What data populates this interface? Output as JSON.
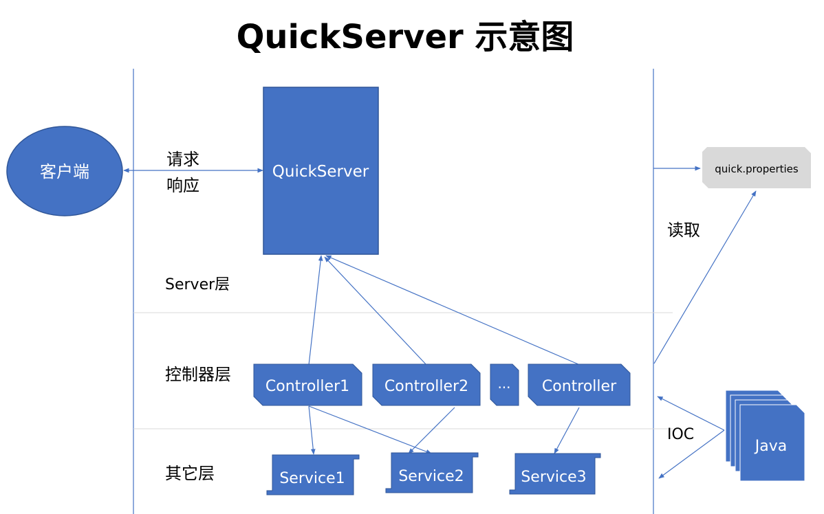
{
  "title": "QuickServer 示意图",
  "colors": {
    "primary": "#4472C4",
    "primary_dark": "#2F5597",
    "line": "#4472C4",
    "divider": "#D9D9D9",
    "file_fill": "#D9D9D9",
    "text_on_primary": "#ffffff",
    "text": "#000000"
  },
  "client": {
    "label": "客户端"
  },
  "edge_labels": {
    "request": "请求",
    "response": "响应",
    "read": "读取",
    "ioc": "IOC"
  },
  "server": {
    "label": "QuickServer"
  },
  "config_file": {
    "label": "quick.properties"
  },
  "layers": {
    "server": "Server层",
    "controller": "控制器层",
    "other": "其它层"
  },
  "controllers": [
    "Controller1",
    "Controller2",
    "...",
    "Controller"
  ],
  "services": [
    "Service1",
    "Service2",
    "Service3"
  ],
  "java": {
    "label": "Java"
  }
}
